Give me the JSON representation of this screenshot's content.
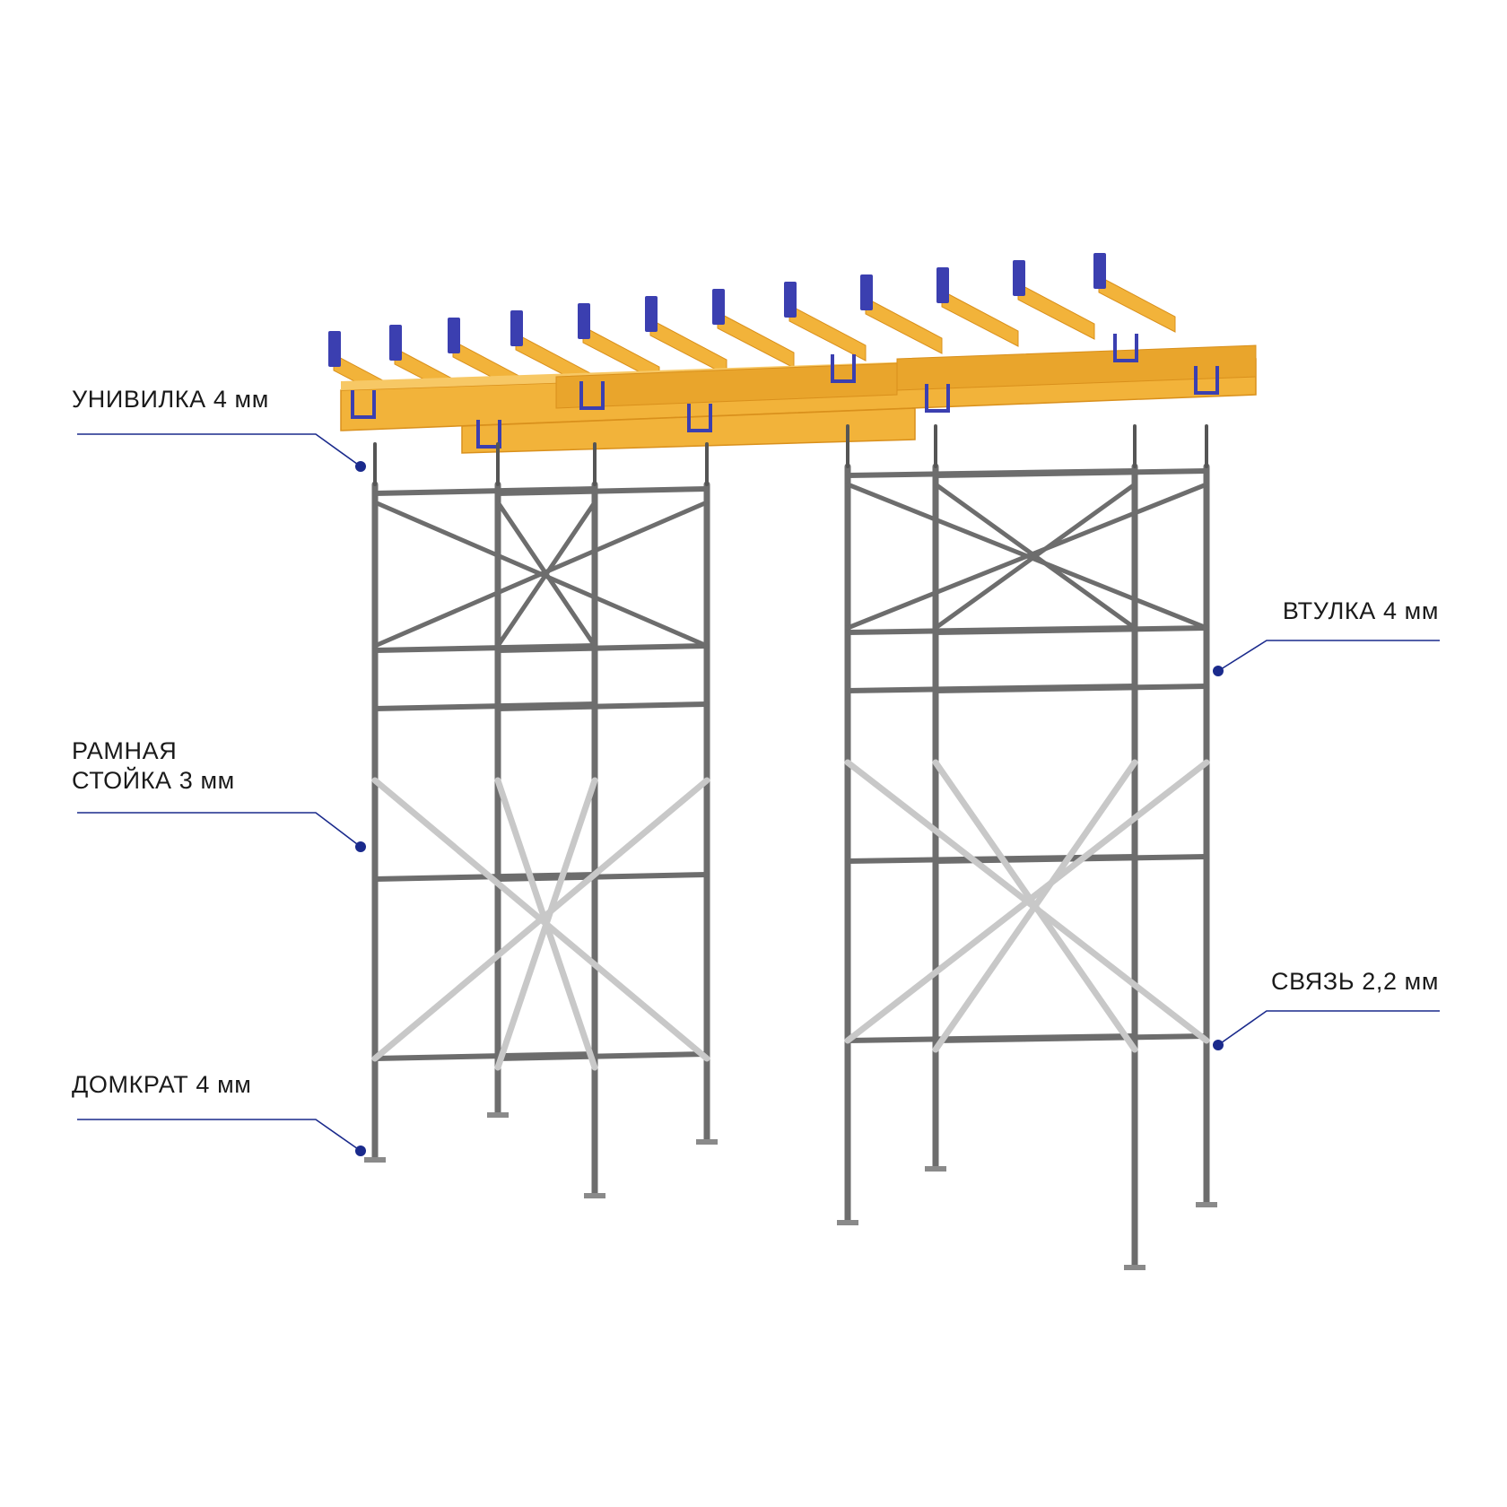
{
  "callouts": {
    "univilka": {
      "label": "УНИВИЛКА 4 мм"
    },
    "ramnaya_line1": {
      "label": "РАМНАЯ"
    },
    "ramnaya_line2": {
      "label": "СТОЙКА 3 мм"
    },
    "domkrat": {
      "label": "ДОМКРАТ 4 мм"
    },
    "vtulka": {
      "label": "ВТУЛКА 4 мм"
    },
    "svyaz": {
      "label": "СВЯЗЬ 2,2 мм"
    }
  },
  "colors": {
    "beam": "#f2b33a",
    "beam_dark": "#d9901c",
    "steel": "#6d6d6d",
    "brace": "#c8c8c8",
    "fork": "#3b3fb0",
    "leader": "#1a2a8c"
  }
}
